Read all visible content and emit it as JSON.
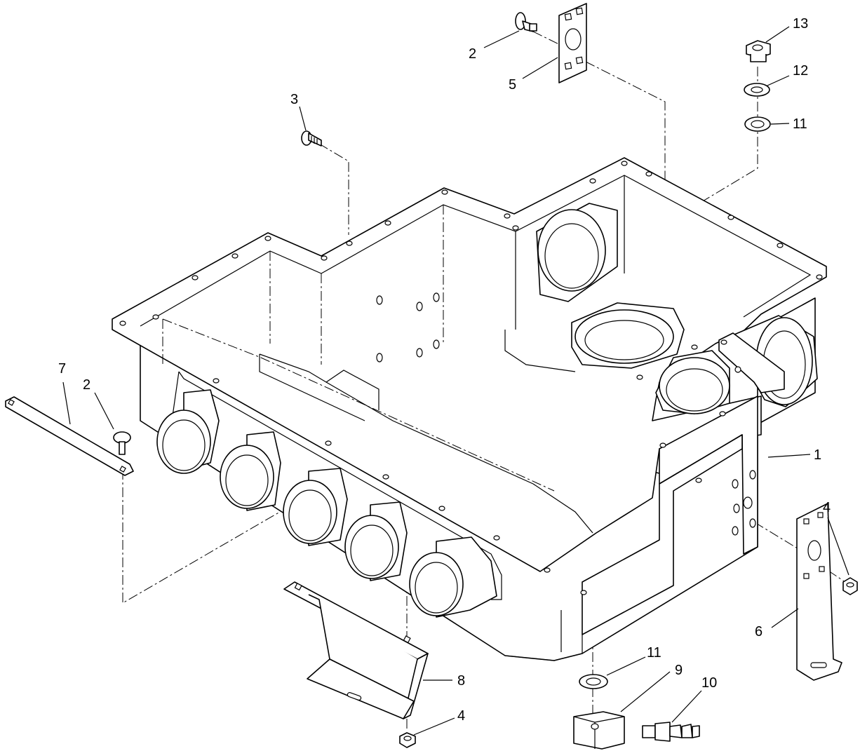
{
  "callouts": [
    {
      "id": "c1",
      "label": "1"
    },
    {
      "id": "c2a",
      "label": "2"
    },
    {
      "id": "c2b",
      "label": "2"
    },
    {
      "id": "c3",
      "label": "3"
    },
    {
      "id": "c4a",
      "label": "4"
    },
    {
      "id": "c4b",
      "label": "4"
    },
    {
      "id": "c5",
      "label": "5"
    },
    {
      "id": "c6",
      "label": "6"
    },
    {
      "id": "c7",
      "label": "7"
    },
    {
      "id": "c8",
      "label": "8"
    },
    {
      "id": "c9",
      "label": "9"
    },
    {
      "id": "c10",
      "label": "10"
    },
    {
      "id": "c11a",
      "label": "11"
    },
    {
      "id": "c11b",
      "label": "11"
    },
    {
      "id": "c12",
      "label": "12"
    },
    {
      "id": "c13",
      "label": "13"
    }
  ]
}
